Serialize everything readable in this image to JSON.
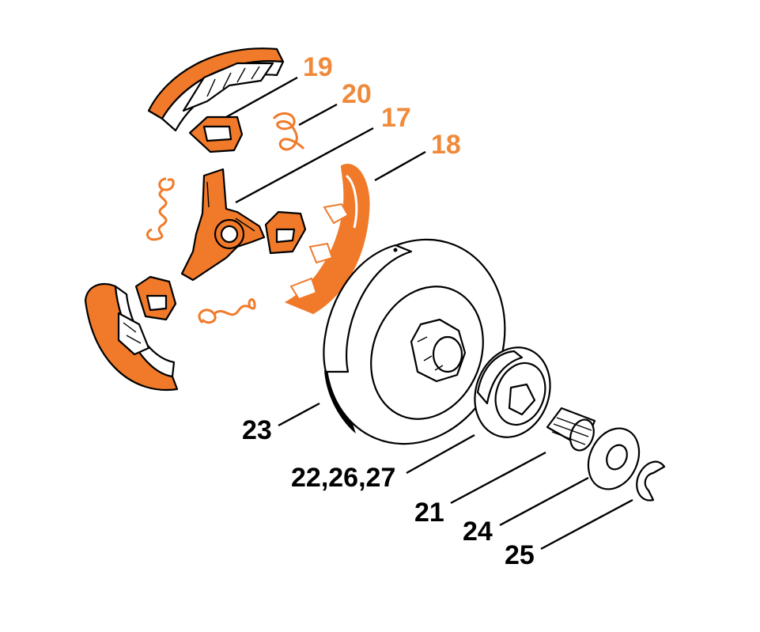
{
  "colors": {
    "highlight": "#F07A2A",
    "highlight_text": "#F08A3A",
    "outline": "#000000",
    "background": "#FFFFFF"
  },
  "labels": [
    {
      "id": "p19",
      "text": "19",
      "highlighted": true
    },
    {
      "id": "p20",
      "text": "20",
      "highlighted": true
    },
    {
      "id": "p17",
      "text": "17",
      "highlighted": true
    },
    {
      "id": "p18",
      "text": "18",
      "highlighted": true
    },
    {
      "id": "p23",
      "text": "23",
      "highlighted": false
    },
    {
      "id": "p22",
      "text": "22,26,27",
      "highlighted": false
    },
    {
      "id": "p21",
      "text": "21",
      "highlighted": false
    },
    {
      "id": "p24",
      "text": "24",
      "highlighted": false
    },
    {
      "id": "p25",
      "text": "25",
      "highlighted": false
    }
  ]
}
